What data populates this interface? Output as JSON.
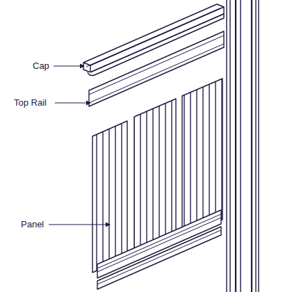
{
  "diagram": {
    "labels": [
      "Cap",
      "Top Rail",
      "Panel"
    ]
  }
}
